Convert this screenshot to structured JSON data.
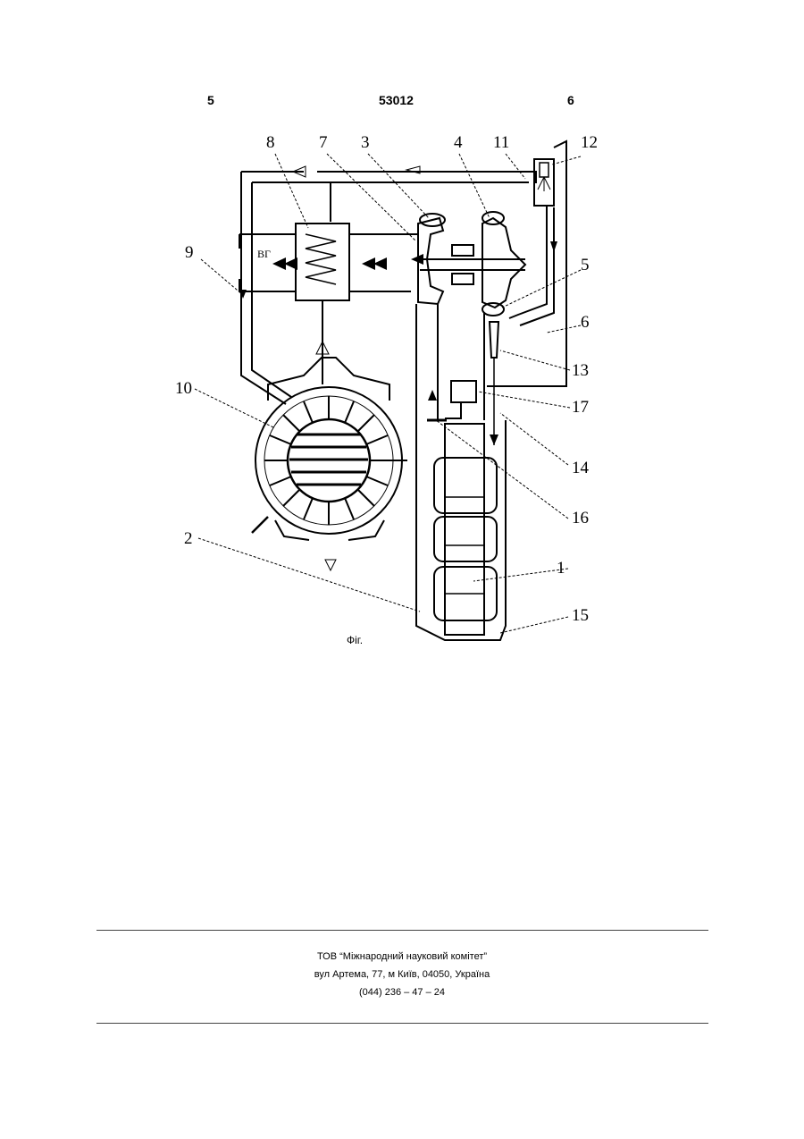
{
  "header": {
    "left_page": "5",
    "patent_no": "53012",
    "right_page": "6"
  },
  "figure": {
    "caption": "Фіг.",
    "text_vg": "ВГ",
    "callouts": [
      "1",
      "2",
      "3",
      "4",
      "5",
      "6",
      "7",
      "8",
      "9",
      "10",
      "11",
      "12",
      "13",
      "14",
      "15",
      "16",
      "17"
    ]
  },
  "footer": {
    "org": "ТОВ “Міжнародний науковий комітет”",
    "address": "вул  Артема, 77, м  Київ, 04050, Україна",
    "phone": "(044) 236 – 47 – 24"
  }
}
